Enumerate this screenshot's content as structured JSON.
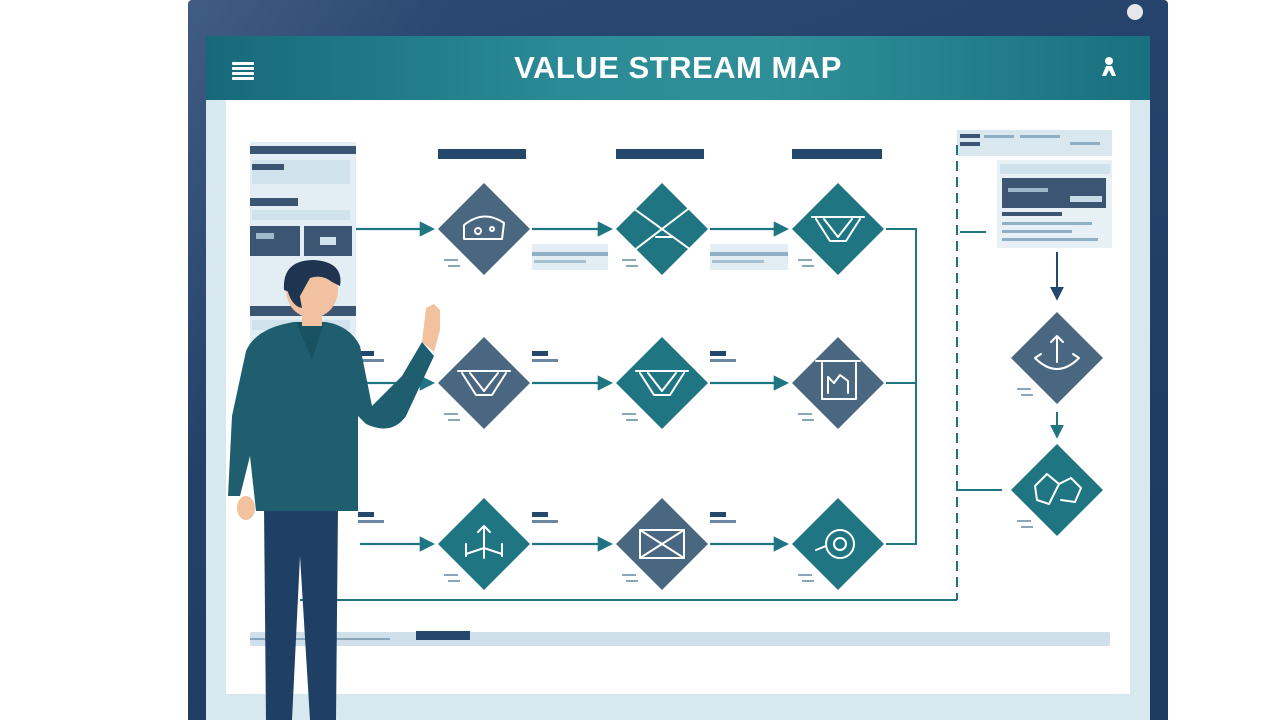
{
  "header": {
    "title": "VALUE STREAM MAP"
  },
  "icons": {
    "menu": "menu-icon",
    "user": "user-icon"
  },
  "colors": {
    "frame": "#203e66",
    "header_teal": "#2b8c97",
    "diamond_teal": "#1f7581",
    "diamond_slate": "#4a6781",
    "arrow": "#1f7581",
    "label_bar": "#26476c",
    "panel": "#d9e7ef"
  },
  "process_rows": [
    {
      "row": "top",
      "steps": [
        {
          "icon": "cheese-icon",
          "tone": "slate"
        },
        {
          "icon": "crossed-tools-icon",
          "tone": "teal"
        },
        {
          "icon": "hammock-icon",
          "tone": "teal"
        }
      ]
    },
    {
      "row": "middle",
      "steps": [
        {
          "icon": "hammock-icon",
          "tone": "slate"
        },
        {
          "icon": "hammock-icon",
          "tone": "teal"
        },
        {
          "icon": "factory-icon",
          "tone": "slate"
        }
      ]
    },
    {
      "row": "bottom",
      "steps": [
        {
          "icon": "branch-arrows-icon",
          "tone": "teal"
        },
        {
          "icon": "crossed-box-icon",
          "tone": "slate"
        },
        {
          "icon": "target-icon",
          "tone": "teal"
        }
      ]
    }
  ],
  "side_steps": [
    {
      "icon": "hand-up-icon",
      "tone": "slate"
    },
    {
      "icon": "gems-icon",
      "tone": "teal"
    }
  ]
}
